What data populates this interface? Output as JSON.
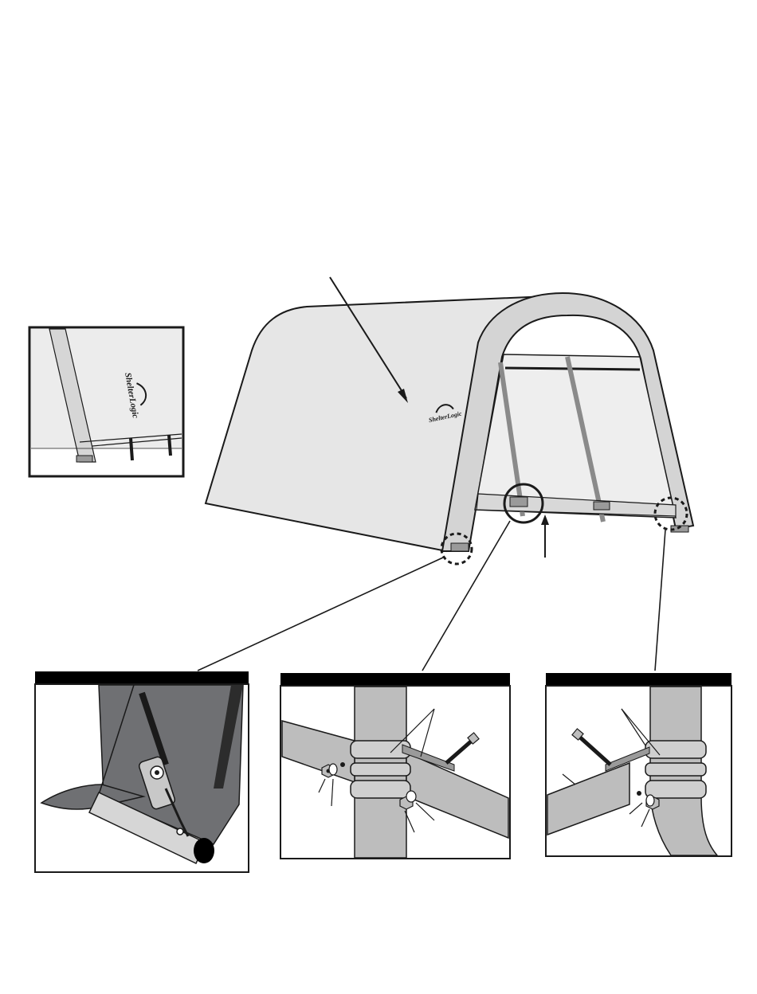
{
  "figure": {
    "logo_main": "ShelterLogic",
    "logo_inset": "ShelterLogic"
  },
  "colors": {
    "ink": "#1a1a1a",
    "cover_light": "#e6e6e6",
    "cover_shade": "#d4d4d4",
    "frame_grey": "#bdbdbd",
    "detail_dark": "#6f7073",
    "panel_bar": "#000000"
  },
  "icons": [
    "shelter-illustration",
    "ratchet-tensioner-icon",
    "bolt-icon",
    "nut-icon",
    "washer-icon"
  ]
}
